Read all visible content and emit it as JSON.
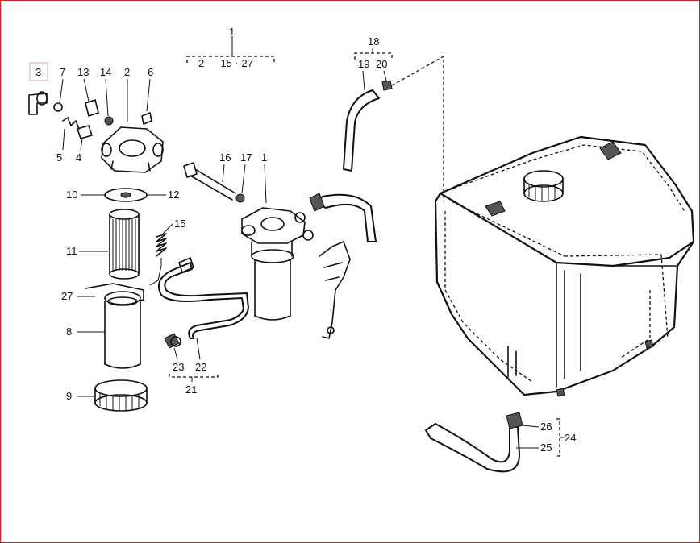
{
  "diagram": {
    "labels": {
      "p1": "1",
      "p1_group": "2 — 15 · 27",
      "p2": "2",
      "p3": "3",
      "p4": "4",
      "p5": "5",
      "p6": "6",
      "p7": "7",
      "p8": "8",
      "p9": "9",
      "p10": "10",
      "p11": "11",
      "p12": "12",
      "p13": "13",
      "p14": "14",
      "p15": "15",
      "p16": "16",
      "p17": "17",
      "p1b": "1",
      "p18": "18",
      "p19": "19",
      "p20": "20",
      "p21": "21",
      "p22": "22",
      "p23": "23",
      "p24": "24",
      "p25": "25",
      "p26": "26",
      "p27": "27"
    },
    "colors": {
      "line": "#111111",
      "frame": "#c0262c",
      "highlight": "#e6a3a6"
    }
  }
}
